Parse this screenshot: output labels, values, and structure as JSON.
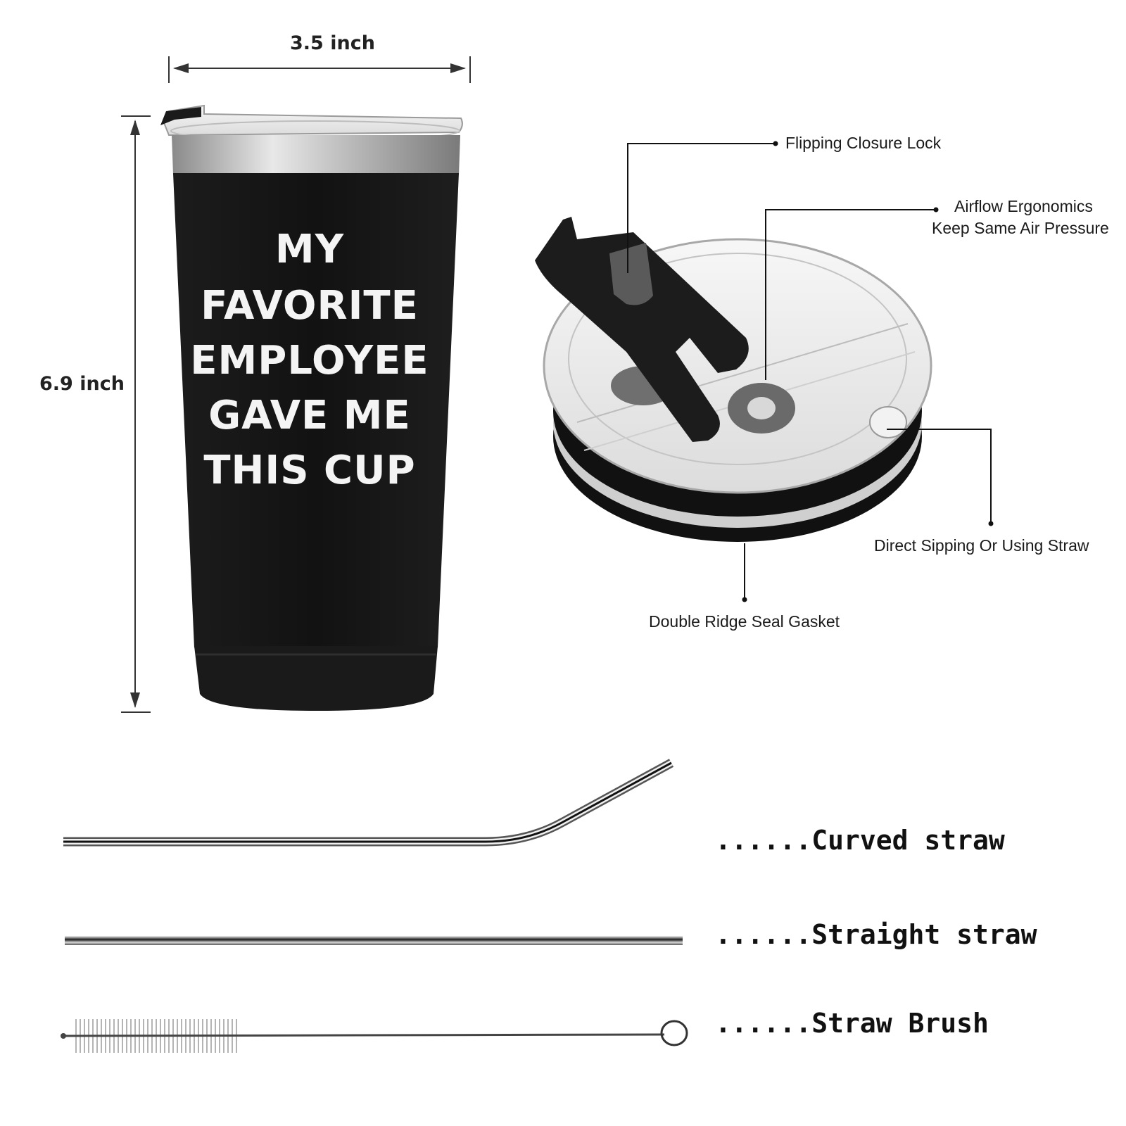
{
  "dimensions": {
    "width_label": "3.5 inch",
    "height_label": "6.9 inch"
  },
  "cup": {
    "body_color": "#111111",
    "print_lines": [
      "MY",
      "FAVORITE",
      "EMPLOYEE",
      "GAVE ME",
      "THIS CUP"
    ]
  },
  "lid_callouts": {
    "closure_lock": "Flipping Closure Lock",
    "airflow_line1": "Airflow Ergonomics",
    "airflow_line2": "Keep Same Air Pressure",
    "sipping": "Direct Sipping Or Using Straw",
    "gasket": "Double Ridge Seal Gasket"
  },
  "accessories": [
    {
      "label": "......Curved straw"
    },
    {
      "label": "......Straight straw"
    },
    {
      "label": "......Straw Brush"
    }
  ]
}
